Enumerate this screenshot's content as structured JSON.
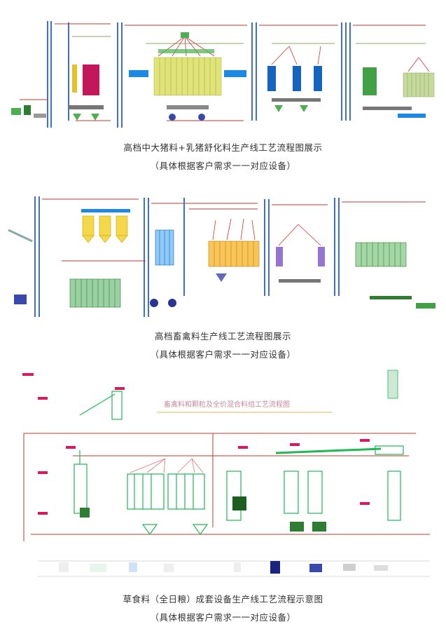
{
  "figures": [
    {
      "caption": "高档中大猪料+乳猪舒化料生产线工艺流程图展示",
      "subcaption": "（具体根据客户需求一一对应设备）"
    },
    {
      "caption": "高档畜禽料生产线工艺流程图展示",
      "subcaption": "（具体根据客户需求一一对应设备）"
    },
    {
      "caption": "草食料（全日粮）成套设备生产线工艺流程示意图",
      "subcaption": "（具体根据客户需求一一对应设备）",
      "drawing_title": "畜禽料和颗粒及全价混合料组工艺流程图"
    }
  ]
}
